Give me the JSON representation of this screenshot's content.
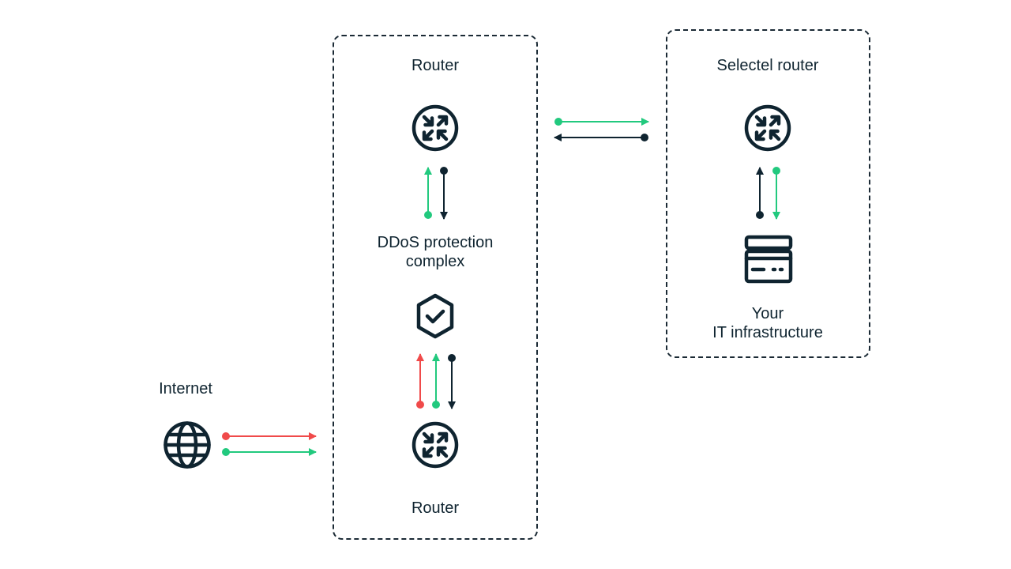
{
  "labels": {
    "router_top": "Router",
    "ddos_line1": "DDoS protection",
    "ddos_line2": "complex",
    "router_bottom": "Router",
    "internet": "Internet",
    "selectel_router": "Selectel router",
    "infra_line1": "Your",
    "infra_line2": "IT infrastructure"
  },
  "colors": {
    "dark": "#0f2430",
    "green": "#22c97e",
    "red": "#f04a4a"
  },
  "icons": {
    "router": "router-icon",
    "shield": "shield-check-icon",
    "globe": "globe-icon",
    "server": "server-icon"
  }
}
